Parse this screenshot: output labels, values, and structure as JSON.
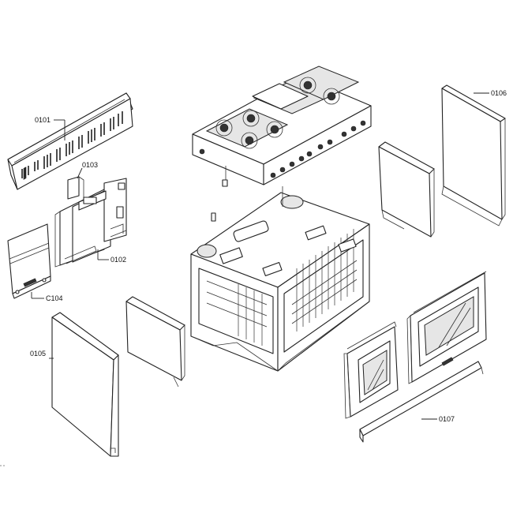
{
  "labels": {
    "p0101": "0101",
    "p0102": "0102",
    "p0103": "0103",
    "pC104": "C104",
    "p0105": "0105",
    "p0106": "0106",
    "p0107": "0107"
  }
}
